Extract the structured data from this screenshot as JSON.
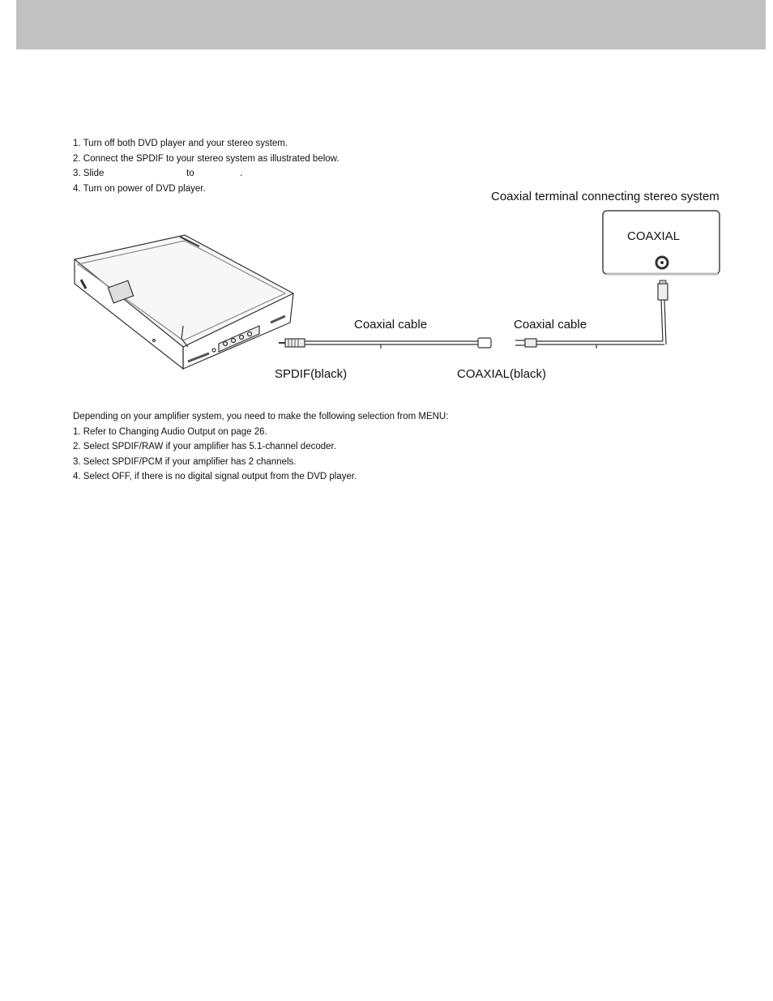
{
  "steps": [
    "1. Turn off both DVD player and your stereo system.",
    "2. Connect the SPDIF to your stereo system as illustrated below.",
    {
      "a": "3. Slide",
      "b": "to",
      "c": "."
    },
    "4. Turn on power of DVD player."
  ],
  "diagram": {
    "stereo_caption": "Coaxial terminal connecting stereo system",
    "stereo_label": "COAXIAL",
    "cable_left": "Coaxial cable",
    "cable_right": "Coaxial cable",
    "plug_left": "SPDIF(black)",
    "plug_right": "COAXIAL(black)"
  },
  "notes": {
    "intro": "Depending on your amplifier system, you need to make the following selection from MENU:",
    "items": [
      "1. Refer to Changing Audio Output on page 26.",
      "2. Select SPDIF/RAW if your amplifier has 5.1-channel decoder.",
      "3. Select SPDIF/PCM if your amplifier has 2 channels.",
      "4. Select OFF, if there is no digital signal output from the DVD player."
    ]
  }
}
